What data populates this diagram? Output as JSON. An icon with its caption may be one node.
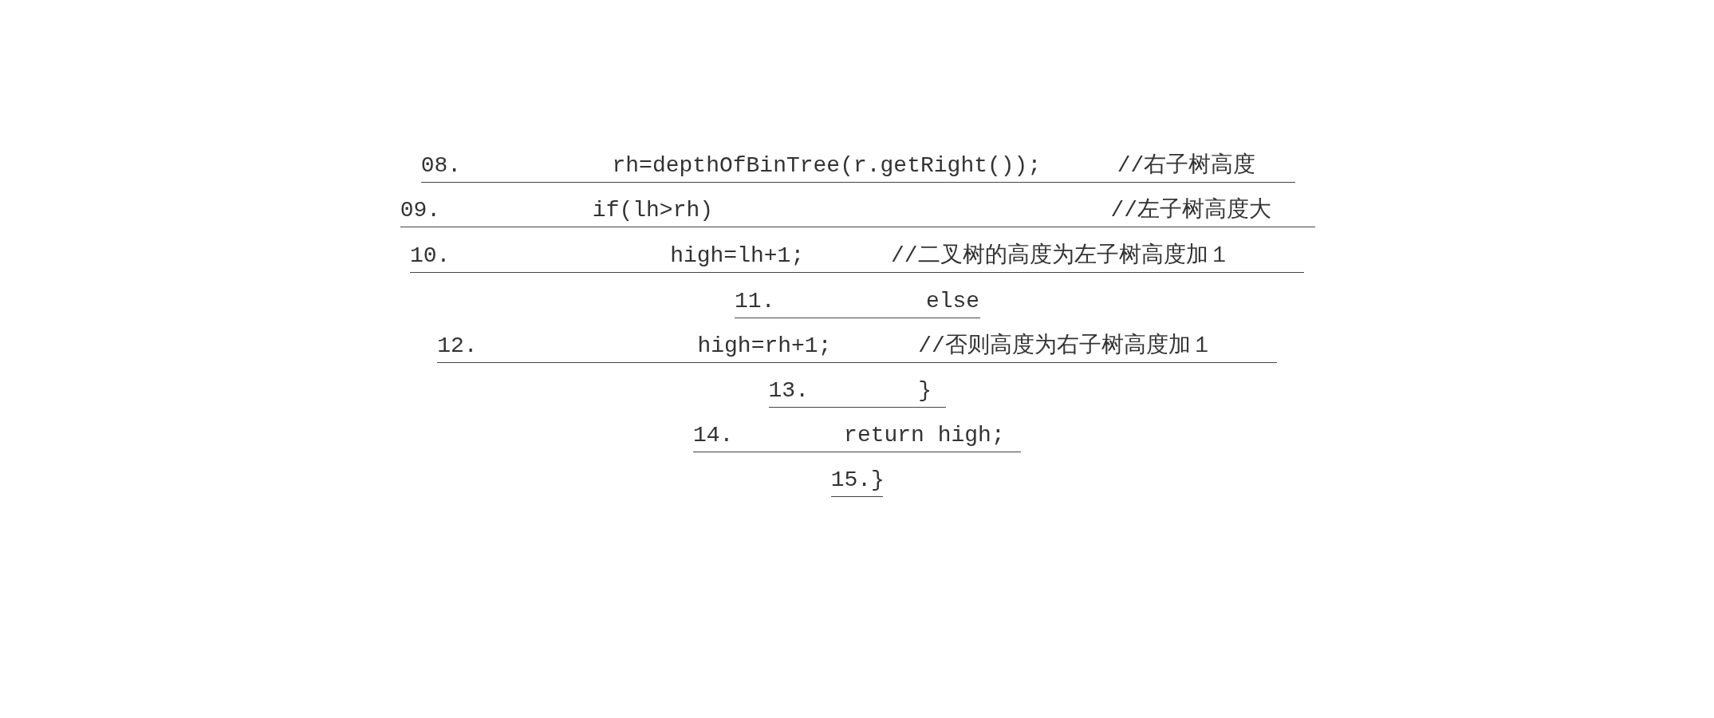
{
  "diagram": {
    "labels": [
      "08.",
      "rh=depthOfBinTree(r.getRight());",
      "//右子树高度",
      "09.",
      "if(lh>rh)",
      "//左子树高度大",
      "10.",
      "high=lh+1;",
      "//二叉树的高度为左子树高度加１",
      "11.",
      "else",
      "12.",
      "high=rh+1;",
      "//否则高度为右子树高度加１",
      "13.",
      "}",
      "14.",
      "return high;",
      "15.}"
    ]
  }
}
